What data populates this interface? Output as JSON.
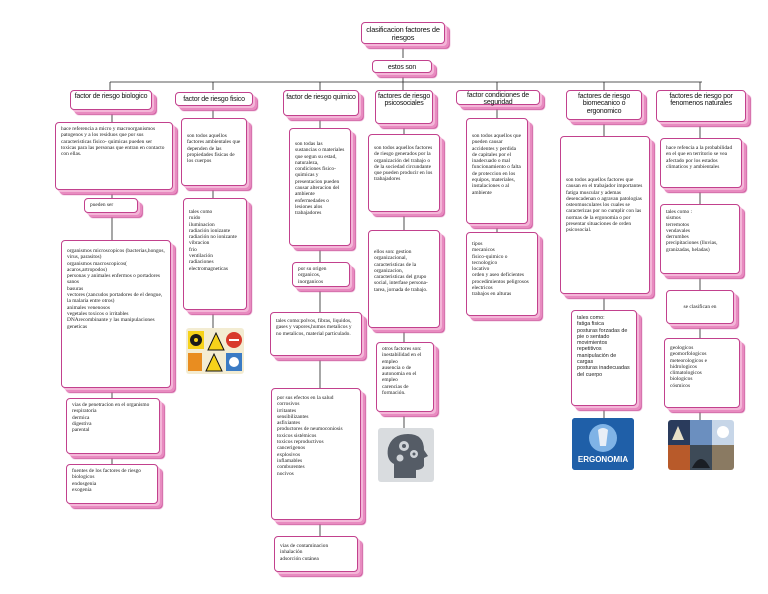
{
  "root": {
    "title": "clasificacion factores de riesgos"
  },
  "connector": {
    "label": "estos son"
  },
  "colors": {
    "border": "#c2418d",
    "shadow": "#e88bc0",
    "line": "#222222"
  },
  "columns": {
    "biologico": {
      "title": "factor de riesgo biologico",
      "definition": "hace referencia a micro y macroorganismos patogenos y a los residuos que por sus caracteristicas fisico- quimicas pueden ser toxicas para las personas que entran en contacto con ellas.",
      "link": "pueden ser",
      "examples": [
        "organismos microscopicos (bacterias,hongos, virus, parasitos)",
        "organismos macroscopicos( acaros,artropodos)",
        "personas y animales enfermos o portadores sanos",
        "basuras",
        "vectores (zancudos portadores de el dengue, la malaria entre otros)",
        "animales venenosos",
        "vegetales toxicos o irritables",
        "DNArecombinante y las manipulaciones geneticas"
      ],
      "routes": [
        "vias de penetracion en el organismo",
        "respiratoria",
        "dermica",
        "digestiva",
        "parental"
      ],
      "sources": [
        "fuentes de los factores de riesgo biologicos",
        "endosgenia",
        "exogenia"
      ]
    },
    "fisico": {
      "title": "factor de riesgo fisico",
      "definition": "son todos aquellos factores ambientales que dependen de las propiedades fisicas de los cuerpos",
      "examples": [
        "tales como",
        "ruido",
        "iluminacion",
        "radiación ionizante",
        "radiación no ionizante",
        "vibracion",
        "frio",
        "ventilación",
        "radiaciones electromagneticas"
      ],
      "image_icon": "radiation-warning-signs"
    },
    "quimico": {
      "title": "factor de riesgo quimico",
      "definition": "son todas las sustancias o materiales que segun su estad, naturaleza, condiciones fisico-quimicas y presentacion pueden causar alteracion del ambiente enfermedades o lesiones alos trabajadores",
      "origin": "por su origen organicos, inorganicos",
      "forms": "tales como:polvos, fibras, liquidos, gases y vapores,humos metalicos y no metalicos, material particulado.",
      "effects": [
        "por sus efectos en la salud",
        "corrosivos",
        "irritantes",
        "sensibilizantes",
        "asfixiantes",
        "productores de neumoconiosis",
        "toxicos sistémicos",
        "toxicos reproductivos",
        "cancerigenos",
        "explosivos",
        "inflamables",
        "comburentes",
        "nocivos"
      ],
      "routes": [
        "vias de contaminacion",
        "inhalación",
        "adsorción cutánea"
      ]
    },
    "psicosocial": {
      "title": "factores de riesgo psicosociales",
      "definition": "son todos aquellos factores de riesgo generados por la organización del trabajo o de la sociedad circundante que pueden producir en los trabajadores",
      "examples": "ellos son: gestion organizacional, caracteristicas de la organizacion, caracteristicas del grupo social, interfase persona- tarea, jornada de trabajo.",
      "others": [
        "otros factores son:",
        "inestabilidad en el empleo",
        "ausencia o de autonomia en el empleo",
        "carencias de formación."
      ],
      "image_icon": "head-gears-illustration"
    },
    "seguridad": {
      "title": "factor condiciones de seguridad",
      "definition": "son todos aquellos que pueden causar accidentes y perdida de capitales por el inadecuado o mal funcionamiento o falta de proteccion en los equipos, materiales, instalaciones o al ambiente",
      "types": [
        "tipos",
        "mecanicos",
        "fisico-quimico o tecnologico",
        "locativo",
        "orden y aseo deficientes",
        "procedimientos peligrosos",
        "electricos",
        "trabajos en alturas"
      ]
    },
    "biomecanico": {
      "title": "factores de riesgo biomecanico o ergonomico",
      "definition": "son todos aquellos factores que causan en el trabajador importantes fatiga muscular y ademas desencadenan o agravan patologias osteomusculares los cuales se caracterizas por no cumplir con las normas de la ergonomia o por presentar situaciones de orden psicosocial.",
      "examples": [
        "tales como:",
        "fatiga fisica",
        "posturas forzadas de pie o sentado",
        "movimientos repetitivos",
        "manipulación de cargas",
        "posturas inadecuadas del cuerpo"
      ],
      "image_text": "ERGONOMIA",
      "image_icon": "ergonomia-logo"
    },
    "naturales": {
      "title": "factores de riesgo por fenomenos naturales",
      "definition": "hace refencia a la probabilidad en el que en territorio se vea afectado por los estados climaticos y ambientales",
      "examples": [
        "tales como :",
        "sismos",
        "terremotos",
        "vendavales",
        "derrumbes",
        "precipitaciones (lluvias, granizadas, heladas)"
      ],
      "link": "se clasifican en",
      "classes": [
        "geologicos",
        "geomorfologicos",
        "meteorologicos e hidrologicos",
        "climatologicos",
        "biologicos",
        "cósmicos"
      ],
      "image_icon": "natural-disasters-collage"
    }
  }
}
